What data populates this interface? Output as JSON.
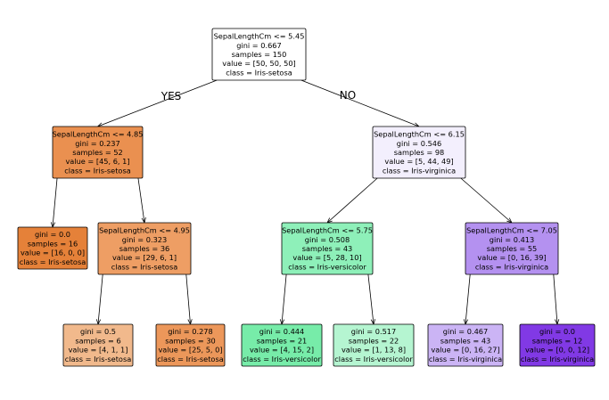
{
  "diagram": {
    "edge_labels": {
      "yes": "YES",
      "no": "NO"
    },
    "nodes": [
      {
        "id": "n0",
        "color": "#ffffff",
        "lines": [
          "SepalLengthCm <= 5.45",
          "gini = 0.667",
          "samples = 150",
          "value = [50, 50, 50]",
          "class = Iris-setosa"
        ]
      },
      {
        "id": "n1",
        "color": "#ea9050",
        "lines": [
          "SepalLengthCm <= 4.85",
          "gini = 0.237",
          "samples = 52",
          "value = [45, 6, 1]",
          "class = Iris-setosa"
        ]
      },
      {
        "id": "n2",
        "color": "#f3effd",
        "lines": [
          "SepalLengthCm <= 6.15",
          "gini = 0.546",
          "samples = 98",
          "value = [5, 44, 49]",
          "class = Iris-virginica"
        ]
      },
      {
        "id": "n3",
        "color": "#e58139",
        "lines": [
          "gini = 0.0",
          "samples = 16",
          "value = [16, 0, 0]",
          "class = Iris-setosa"
        ]
      },
      {
        "id": "n4",
        "color": "#ee9e64",
        "lines": [
          "SepalLengthCm <= 4.95",
          "gini = 0.323",
          "samples = 36",
          "value = [29, 6, 1]",
          "class = Iris-setosa"
        ]
      },
      {
        "id": "n5",
        "color": "#8ef0b9",
        "lines": [
          "SepalLengthCm <= 5.75",
          "gini = 0.508",
          "samples = 43",
          "value = [5, 28, 10]",
          "class = Iris-versicolor"
        ]
      },
      {
        "id": "n6",
        "color": "#b491f0",
        "lines": [
          "SepalLengthCm <= 7.05",
          "gini = 0.413",
          "samples = 55",
          "value = [0, 16, 39]",
          "class = Iris-virginica"
        ]
      },
      {
        "id": "n7",
        "color": "#f1b98c",
        "lines": [
          "gini = 0.5",
          "samples = 6",
          "value = [4, 1, 1]",
          "class = Iris-setosa"
        ]
      },
      {
        "id": "n8",
        "color": "#ec975a",
        "lines": [
          "gini = 0.278",
          "samples = 30",
          "value = [25, 5, 0]",
          "class = Iris-setosa"
        ]
      },
      {
        "id": "n9",
        "color": "#77eca9",
        "lines": [
          "gini = 0.444",
          "samples = 21",
          "value = [4, 15, 2]",
          "class = Iris-versicolor"
        ]
      },
      {
        "id": "n10",
        "color": "#b5f5d1",
        "lines": [
          "gini = 0.517",
          "samples = 22",
          "value = [1, 13, 8]",
          "class = Iris-versicolor"
        ]
      },
      {
        "id": "n11",
        "color": "#cbb4f5",
        "lines": [
          "gini = 0.467",
          "samples = 43",
          "value = [0, 16, 27]",
          "class = Iris-virginica"
        ]
      },
      {
        "id": "n12",
        "color": "#8139e5",
        "lines": [
          "gini = 0.0",
          "samples = 12",
          "value = [0, 0, 12]",
          "class = Iris-virginica"
        ]
      }
    ],
    "edges": [
      {
        "from": "n0",
        "to": "n1"
      },
      {
        "from": "n0",
        "to": "n2"
      },
      {
        "from": "n1",
        "to": "n3"
      },
      {
        "from": "n1",
        "to": "n4"
      },
      {
        "from": "n2",
        "to": "n5"
      },
      {
        "from": "n2",
        "to": "n6"
      },
      {
        "from": "n4",
        "to": "n7"
      },
      {
        "from": "n4",
        "to": "n8"
      },
      {
        "from": "n5",
        "to": "n9"
      },
      {
        "from": "n5",
        "to": "n10"
      },
      {
        "from": "n6",
        "to": "n11"
      },
      {
        "from": "n6",
        "to": "n12"
      }
    ]
  }
}
